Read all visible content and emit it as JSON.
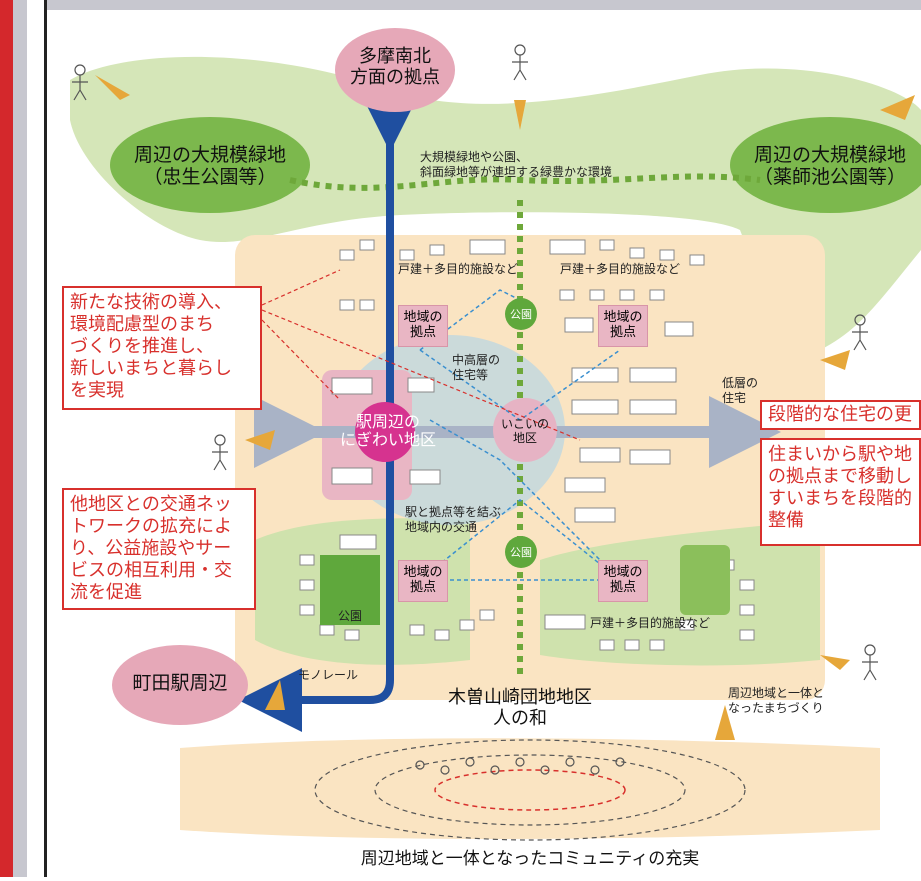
{
  "nodes": {
    "tama": "多摩南北\n方面の拠点",
    "machida": "町田駅周辺",
    "west_green": "周辺の大規模緑地\n（忠生公園等）",
    "east_green": "周辺の大規模緑地\n（薬師池公園等）",
    "station": "駅周辺の\nにぎわい地区",
    "ikoi": "いこいの\n地区",
    "local_base_1": "地域の\n拠点",
    "local_base_2": "地域の\n拠点",
    "local_base_3": "地域の\n拠点",
    "local_base_4": "地域の\n拠点",
    "park_1": "公園",
    "park_2": "公園",
    "park_3": "公園"
  },
  "labels": {
    "green_network": "大規模緑地や公園、\n斜面緑地等が連坦する緑豊かな環境",
    "house_mixed_1": "戸建＋多目的施設など",
    "house_mixed_2": "戸建＋多目的施設など",
    "house_mixed_3": "戸建＋多目的施設など",
    "mid_rise": "中高層の\n住宅等",
    "low_rise": "低層の\n住宅",
    "local_traffic": "駅と拠点等を結ぶ\n地域内の交通",
    "monorail": "モノレール",
    "district_title": "木曽山崎団地地区\n人の和",
    "integrated_town": "周辺地域と一体と\nなったまちづくり",
    "bottom_caption": "周辺地域と一体となったコミュニティの充実"
  },
  "callouts": {
    "tech": "新たな技術の導入、\n環境配慮型のまち\nづくりを推進し、\n新しいまちと暮らし\nを実現",
    "network": "他地区との交通ネッ\nトワークの拡充によ\nり、公益施設やサー\nビスの相互利用・交\n流を促進",
    "phased": "段階的な住宅の更",
    "mobility": "住まいから駅や地\nの拠点まで移動し\nすいまちを段階的\n整備"
  },
  "colors": {
    "red": "#d8302c",
    "blue_axis": "#1f4fa0",
    "green_dark": "#5fa83c",
    "pink": "#e9b6c4",
    "orange_arrow": "#e6a73a"
  }
}
